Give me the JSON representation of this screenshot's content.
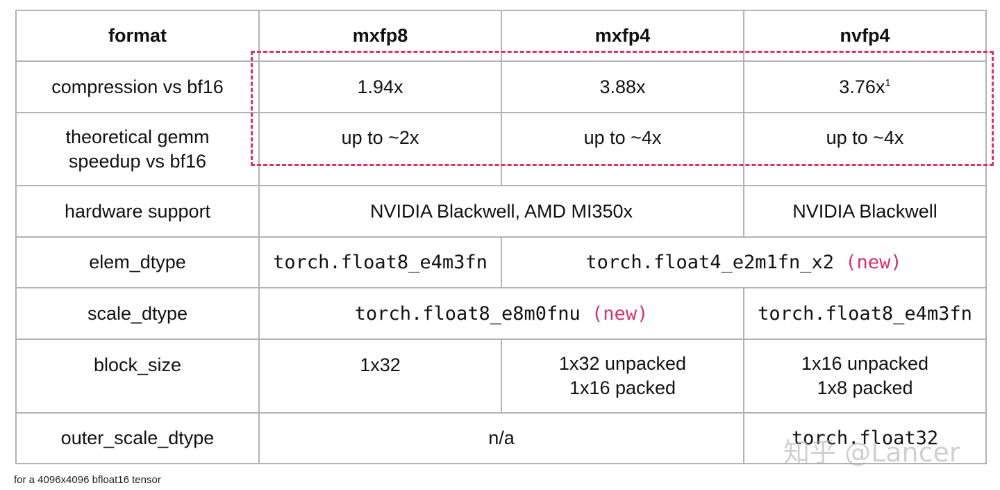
{
  "headers": [
    "format",
    "mxfp8",
    "mxfp4",
    "nvfp4"
  ],
  "rows": {
    "compression": {
      "label": "compression vs bf16",
      "mxfp8": "1.94x",
      "mxfp4": "3.88x",
      "nvfp4": "3.76x",
      "nvfp4_sup": "1"
    },
    "speedup": {
      "label_line1": "theoretical gemm",
      "label_line2": "speedup vs bf16",
      "mxfp8": "up to ~2x",
      "mxfp4": "up to ~4x",
      "nvfp4": "up to ~4x"
    },
    "hardware": {
      "label": "hardware support",
      "mx": "NVIDIA Blackwell, AMD MI350x",
      "nvfp4": "NVIDIA Blackwell"
    },
    "elem_dtype": {
      "label": "elem_dtype",
      "mxfp8": "torch.float8_e4m3fn",
      "fp4": "torch.float4_e2m1fn_x2",
      "fp4_tag": "(new)"
    },
    "scale_dtype": {
      "label": "scale_dtype",
      "mx": "torch.float8_e8m0fnu",
      "mx_tag": "(new)",
      "nvfp4": "torch.float8_e4m3fn"
    },
    "block_size": {
      "label": "block_size",
      "mxfp8": "1x32",
      "mxfp4_line1": "1x32 unpacked",
      "mxfp4_line2": "1x16 packed",
      "nvfp4_line1": "1x16 unpacked",
      "nvfp4_line2": "1x8 packed"
    },
    "outer_scale": {
      "label": "outer_scale_dtype",
      "mx": "n/a",
      "nvfp4": "torch.float32"
    }
  },
  "footnote": "for a 4096x4096 bfloat16 tensor",
  "watermark": "知乎 @Lancer",
  "colors": {
    "highlight": "#d6336c",
    "border": "#b3b3b3"
  }
}
